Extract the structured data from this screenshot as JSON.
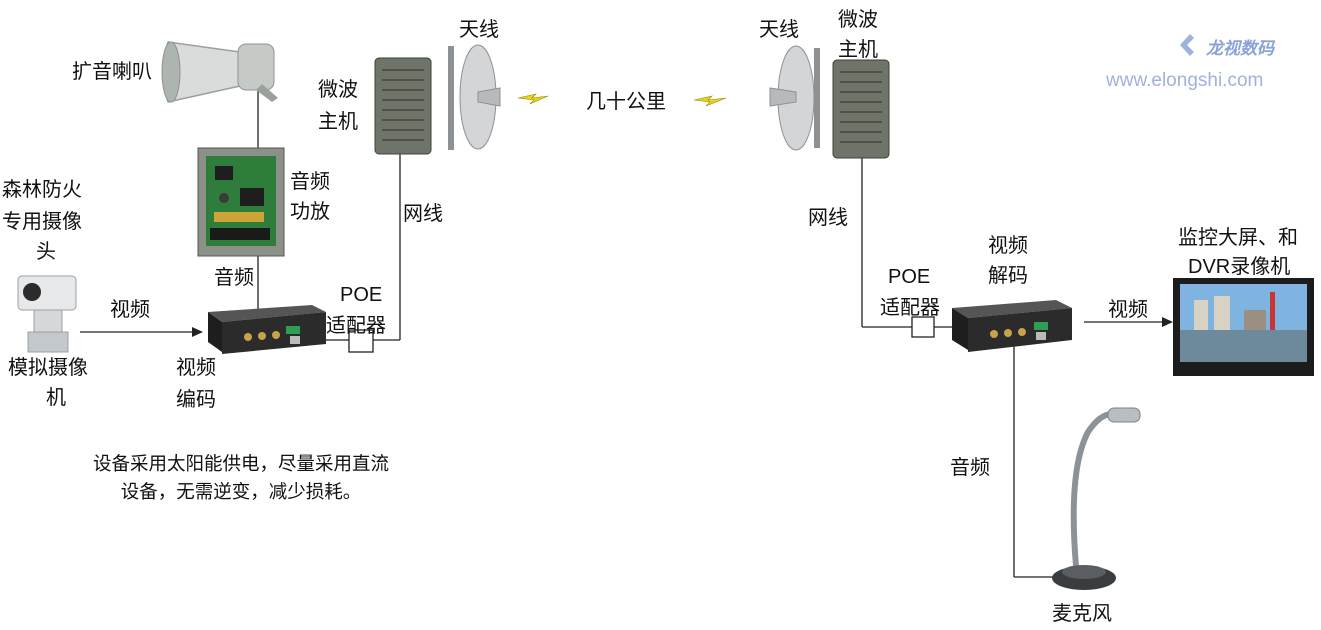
{
  "labels": {
    "speaker": "扩音喇叭",
    "antenna_left": "天线",
    "antenna_right": "天线",
    "microwave_left_1": "微波",
    "microwave_left_2": "主机",
    "microwave_right_1": "微波",
    "microwave_right_2": "主机",
    "distance": "几十公里",
    "amp_1": "音频",
    "amp_2": "功放",
    "net_left": "网线",
    "net_right": "网线",
    "forest_cam_1": "森林防火",
    "forest_cam_2": "专用摄像",
    "forest_cam_3": "头",
    "audio_left": "音频",
    "video_left": "视频",
    "poe_left_1": "POE",
    "poe_left_2": "适配器",
    "analog_cam_1": "模拟摄像",
    "analog_cam_2": "机",
    "encoder_1": "视频",
    "encoder_2": "编码",
    "poe_right_1": "POE",
    "poe_right_2": "适配器",
    "decoder_1": "视频",
    "decoder_2": "解码",
    "monitor_1": "监控大屏、和",
    "monitor_2": "DVR录像机",
    "video_right": "视频",
    "audio_right": "音频",
    "mic": "麦克风"
  },
  "note": {
    "line1": "设备采用太阳能供电，尽量采用直流",
    "line2": "设备，无需逆变，减少损耗。"
  },
  "watermark": {
    "brand": "龙视数码",
    "url": "www.elongshi.com"
  },
  "colors": {
    "line": "#222222",
    "device_dark": "#2b2b2b",
    "enclosure": "#6e7468",
    "dish": "#c9cbcd",
    "pcb": "#2f7d3a",
    "watermark": "#8aa3d6",
    "lightning": "#e8d21a"
  }
}
